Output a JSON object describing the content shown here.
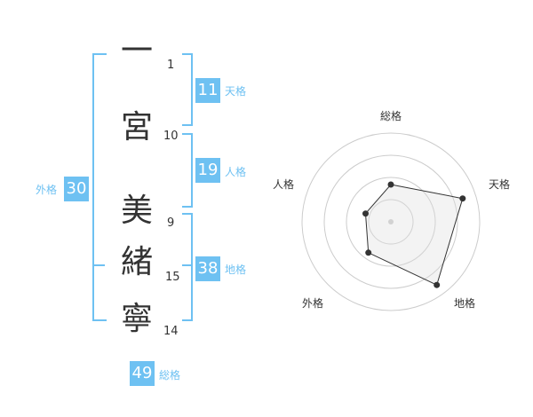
{
  "name_chars": [
    {
      "char": "一",
      "strokes": "1"
    },
    {
      "char": "宮",
      "strokes": "10"
    },
    {
      "char": "美",
      "strokes": "9"
    },
    {
      "char": "緒",
      "strokes": "15"
    },
    {
      "char": "寧",
      "strokes": "14"
    }
  ],
  "fortunes": {
    "tenkaku": {
      "value": "11",
      "label": "天格"
    },
    "jinkaku": {
      "value": "19",
      "label": "人格"
    },
    "chikaku": {
      "value": "38",
      "label": "地格"
    },
    "gaikaku": {
      "value": "30",
      "label": "外格"
    },
    "soukaku": {
      "value": "49",
      "label": "総格"
    }
  },
  "accent_color": "#6ec1f2",
  "chart_data": {
    "type": "radar",
    "axes": [
      "総格",
      "天格",
      "地格",
      "外格",
      "人格"
    ],
    "values": [
      0.42,
      0.85,
      0.88,
      0.43,
      0.3
    ],
    "rings": 4,
    "max": 1
  }
}
